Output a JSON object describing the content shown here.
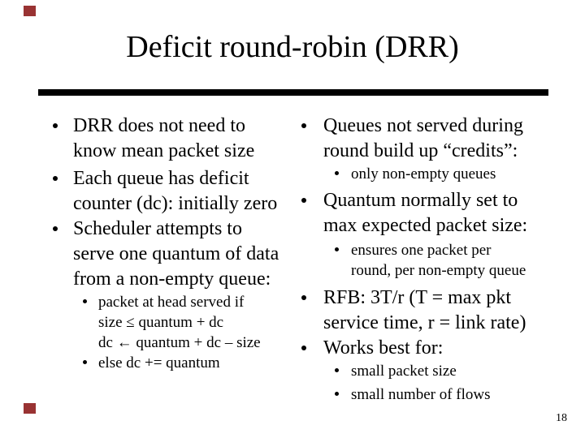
{
  "title": "Deficit round-robin (DRR)",
  "colors": {
    "background": "#ffffff",
    "text": "#000000",
    "accent_square": "#993333",
    "divider": "#000000"
  },
  "page": {
    "number": "18"
  },
  "columns": {
    "left": {
      "items": [
        {
          "level": 1,
          "lines": [
            "DRR does not need to",
            "know mean packet size"
          ]
        },
        {
          "level": 1,
          "lines": [
            "Each queue has deficit",
            "counter (dc): initially zero"
          ]
        },
        {
          "level": 1,
          "lines": [
            "Scheduler attempts to",
            "serve one quantum of data",
            "from a non-empty queue:"
          ]
        },
        {
          "level": 2,
          "lines": [
            "packet at head served if",
            "size ≤ quantum + dc",
            "dc ← quantum + dc – size"
          ]
        },
        {
          "level": 2,
          "lines": [
            "else dc += quantum"
          ]
        }
      ]
    },
    "right": {
      "items": [
        {
          "level": 1,
          "lines": [
            "Queues not served during",
            "round build up “credits”:"
          ]
        },
        {
          "level": 2,
          "lines": [
            "only non-empty queues"
          ]
        },
        {
          "level": 1,
          "lines": [
            "Quantum normally set to",
            "max expected packet size:"
          ]
        },
        {
          "level": 2,
          "lines": [
            "ensures one packet per",
            "round, per non-empty queue"
          ]
        },
        {
          "level": 1,
          "lines": [
            "RFB: 3T/r (T = max pkt",
            "service time, r = link rate)"
          ]
        },
        {
          "level": 1,
          "lines": [
            "Works best for:"
          ]
        },
        {
          "level": 2,
          "lines": [
            "small packet size"
          ]
        },
        {
          "level": 2,
          "lines": [
            "small number of flows"
          ]
        }
      ]
    }
  }
}
